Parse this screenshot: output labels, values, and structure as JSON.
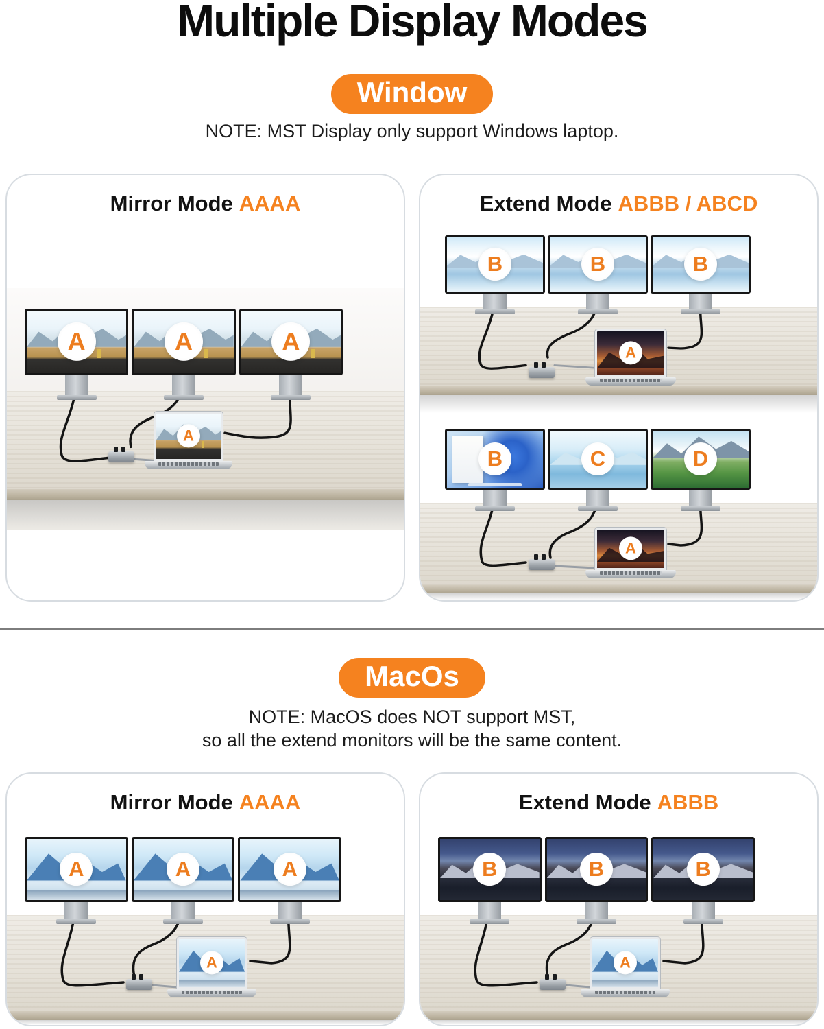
{
  "title": "Multiple Display Modes",
  "colors": {
    "accent_orange": "#F5821F",
    "label_orange": "#ED7D1F",
    "divider_gray": "#7D7D7D",
    "panel_border": "#D7DCE1"
  },
  "sections": [
    {
      "badge": "Window",
      "note_lines": [
        "NOTE: MST Display only support Windows laptop."
      ],
      "panels": [
        {
          "title": {
            "black": "Mirror Mode",
            "orange": "AAAA"
          },
          "scenes": [
            {
              "wallpaper": "mountain-lighthouse",
              "monitors": [
                "A",
                "A",
                "A"
              ],
              "laptop": "A"
            }
          ]
        },
        {
          "title": {
            "black": "Extend Mode",
            "orange": "ABBB / ABCD"
          },
          "scenes": [
            {
              "wallpaper": "winter-landscape",
              "monitors": [
                "B",
                "B",
                "B"
              ],
              "laptop": "A"
            },
            {
              "wallpaper": "windows11-ice-meadow",
              "monitors": [
                "B",
                "C",
                "D"
              ],
              "laptop": "A"
            }
          ]
        }
      ]
    },
    {
      "badge": "MacOs",
      "note_lines": [
        "NOTE: MacOS does NOT support MST,",
        "so all the extend monitors will be the same content."
      ],
      "panels": [
        {
          "title": {
            "black": "Mirror Mode",
            "orange": "AAAA"
          },
          "scenes": [
            {
              "wallpaper": "blue-mountain",
              "monitors": [
                "A",
                "A",
                "A"
              ],
              "laptop": "A"
            }
          ]
        },
        {
          "title": {
            "black": "Extend Mode",
            "orange": "ABBB"
          },
          "scenes": [
            {
              "wallpaper": "night-mountain",
              "monitors": [
                "B",
                "B",
                "B"
              ],
              "laptop": "A"
            }
          ]
        }
      ]
    }
  ]
}
